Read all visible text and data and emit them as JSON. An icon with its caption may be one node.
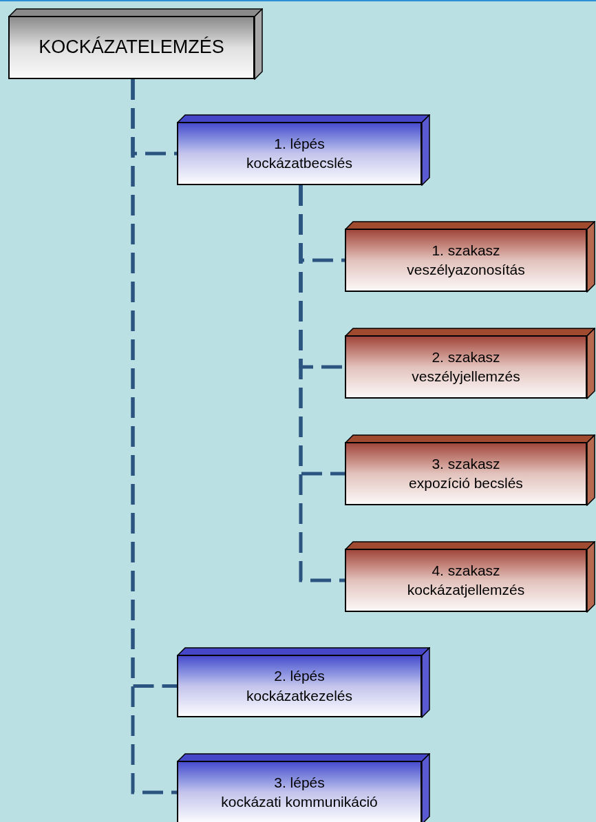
{
  "diagram": {
    "nodes": [
      {
        "text": [
          "KOCKÁZATELEMZÉS"
        ]
      },
      {
        "text": [
          "1. lépés",
          "kockázatbecslés"
        ]
      },
      {
        "text": [
          "1. szakasz",
          "veszélyazonosítás"
        ]
      },
      {
        "text": [
          "2. szakasz",
          "veszélyjellemzés"
        ]
      },
      {
        "text": [
          "3. szakasz",
          "expozíció becslés"
        ]
      },
      {
        "text": [
          "4. szakasz",
          "kockázatjellemzés"
        ]
      },
      {
        "text": [
          "2. lépés",
          "kockázatkezelés"
        ]
      },
      {
        "text": [
          "3. lépés",
          "kockázati kommunikáció"
        ]
      }
    ],
    "edges": [
      {
        "from": 0,
        "to": 1,
        "arrow": "none",
        "style": "dashed"
      },
      {
        "from": 1,
        "to": 2,
        "arrow": "none",
        "style": "dashed"
      },
      {
        "from": 1,
        "to": 3,
        "arrow": "none",
        "style": "dashed"
      },
      {
        "from": 1,
        "to": 4,
        "arrow": "none",
        "style": "dashed"
      },
      {
        "from": 1,
        "to": 5,
        "arrow": "none",
        "style": "dashed"
      },
      {
        "from": 0,
        "to": 6,
        "arrow": "none",
        "style": "dashed"
      },
      {
        "from": 0,
        "to": 7,
        "arrow": "none",
        "style": "dashed"
      }
    ]
  }
}
